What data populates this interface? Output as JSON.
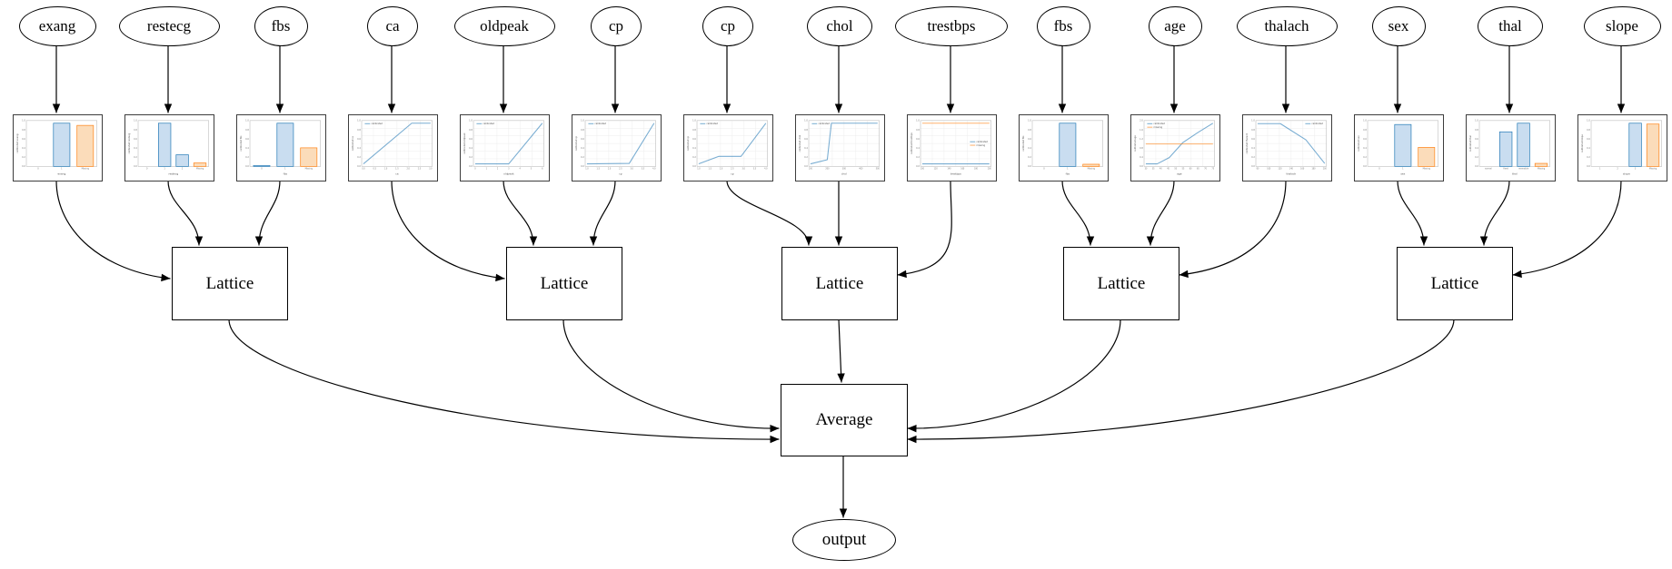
{
  "colors": {
    "edge": "#000000",
    "node_border": "#000000",
    "chart_frame": "#3c3c3c",
    "axis": "#b0b0b0",
    "grid": "#e8e8e8",
    "blue": "#1f77b4",
    "blue_fill": "#c9ddf0",
    "orange": "#ff7f0e",
    "orange_fill": "#fbdcba",
    "background": "#ffffff"
  },
  "diagram": {
    "features": [
      {
        "name": "exang"
      },
      {
        "name": "restecg"
      },
      {
        "name": "fbs"
      },
      {
        "name": "ca"
      },
      {
        "name": "oldpeak"
      },
      {
        "name": "cp"
      },
      {
        "name": "cp"
      },
      {
        "name": "chol"
      },
      {
        "name": "trestbps"
      },
      {
        "name": "fbs"
      },
      {
        "name": "age"
      },
      {
        "name": "thalach"
      },
      {
        "name": "sex"
      },
      {
        "name": "thal"
      },
      {
        "name": "slope"
      }
    ],
    "lattice_nodes": [
      {
        "label": "Lattice",
        "inputs": [
          "exang",
          "restecg",
          "fbs"
        ]
      },
      {
        "label": "Lattice",
        "inputs": [
          "ca",
          "oldpeak",
          "cp"
        ]
      },
      {
        "label": "Lattice",
        "inputs": [
          "cp",
          "chol",
          "trestbps"
        ]
      },
      {
        "label": "Lattice",
        "inputs": [
          "fbs",
          "age",
          "thalach"
        ]
      },
      {
        "label": "Lattice",
        "inputs": [
          "sex",
          "thal",
          "slope"
        ]
      }
    ],
    "average_node": {
      "label": "Average"
    },
    "output_node": {
      "label": "output"
    }
  },
  "chart_data": [
    {
      "type": "bar",
      "xlabel": "exang",
      "ylabel": "calibrated exang",
      "ylim": [
        0,
        1
      ],
      "categories": [
        "0",
        "1",
        "Missing"
      ],
      "values": [
        0,
        1.0,
        0.95
      ],
      "missing_index": 2
    },
    {
      "type": "bar",
      "xlabel": "restecg",
      "ylabel": "calibrated restecg",
      "ylim": [
        0,
        1
      ],
      "categories": [
        "0",
        "1",
        "2",
        "Missing"
      ],
      "values": [
        0,
        1.0,
        0.27,
        0.08
      ],
      "missing_index": 3
    },
    {
      "type": "bar",
      "xlabel": "fbs",
      "ylabel": "calibrated fbs",
      "ylim": [
        0,
        1
      ],
      "categories": [
        "0",
        "1",
        "Missing"
      ],
      "values": [
        0.02,
        1.0,
        0.43
      ],
      "missing_index": 2
    },
    {
      "type": "line",
      "xlabel": "ca",
      "ylabel": "calibrated ca",
      "ylim": [
        0,
        1
      ],
      "xticks": [
        "0.0",
        "0.5",
        "1.0",
        "1.5",
        "2.0",
        "2.5",
        "3.0"
      ],
      "legend_pos": "tl",
      "series": [
        {
          "name": "calibrated",
          "color": "blue",
          "points": [
            [
              0,
              0.02
            ],
            [
              0.72,
              1.0
            ],
            [
              1,
              1.0
            ]
          ]
        }
      ]
    },
    {
      "type": "line",
      "xlabel": "oldpeak",
      "ylabel": "calibrated oldpeak",
      "ylim": [
        0,
        1
      ],
      "xticks": [
        "0",
        "1",
        "2",
        "3",
        "4",
        "5",
        "6"
      ],
      "legend_pos": "tl",
      "series": [
        {
          "name": "calibrated",
          "color": "blue",
          "points": [
            [
              0,
              0.02
            ],
            [
              0.5,
              0.02
            ],
            [
              1,
              1.0
            ]
          ]
        }
      ]
    },
    {
      "type": "line",
      "xlabel": "cp",
      "ylabel": "calibrated cp",
      "ylim": [
        0,
        1
      ],
      "xticks": [
        "1.0",
        "1.5",
        "2.0",
        "2.5",
        "3.0",
        "3.5",
        "4.0"
      ],
      "legend_pos": "tl",
      "series": [
        {
          "name": "calibrated",
          "color": "blue",
          "points": [
            [
              0,
              0.02
            ],
            [
              0.63,
              0.03
            ],
            [
              1,
              1.0
            ]
          ]
        }
      ]
    },
    {
      "type": "line",
      "xlabel": "cp",
      "ylabel": "calibrated cp",
      "ylim": [
        0,
        1
      ],
      "xticks": [
        "1.0",
        "1.5",
        "2.0",
        "2.5",
        "3.0",
        "3.5",
        "4.0"
      ],
      "legend_pos": "tl",
      "series": [
        {
          "name": "calibrated",
          "color": "blue",
          "points": [
            [
              0,
              0.02
            ],
            [
              0.3,
              0.2
            ],
            [
              0.63,
              0.2
            ],
            [
              1,
              1.0
            ]
          ]
        }
      ]
    },
    {
      "type": "line",
      "xlabel": "chol",
      "ylabel": "calibrated chol",
      "ylim": [
        0,
        1
      ],
      "xticks": [
        "100",
        "200",
        "300",
        "400",
        "500"
      ],
      "legend_pos": "tl",
      "series": [
        {
          "name": "calibrated",
          "color": "blue",
          "points": [
            [
              0,
              0.02
            ],
            [
              0.25,
              0.12
            ],
            [
              0.31,
              1.0
            ],
            [
              1,
              1.0
            ]
          ]
        }
      ]
    },
    {
      "type": "line",
      "xlabel": "trestbps",
      "ylabel": "calibrated trestbps",
      "ylim": [
        0,
        1
      ],
      "xticks": [
        "100",
        "120",
        "140",
        "160",
        "180",
        "200"
      ],
      "legend_pos": "mr",
      "series": [
        {
          "name": "calibrated",
          "color": "blue",
          "points": [
            [
              0,
              0.02
            ],
            [
              1,
              0.02
            ]
          ]
        },
        {
          "name": "missing",
          "color": "orange",
          "points": [
            [
              0,
              1.0
            ],
            [
              1,
              1.0
            ]
          ]
        }
      ]
    },
    {
      "type": "bar",
      "xlabel": "fbs",
      "ylabel": "calibrated fbs",
      "ylim": [
        0,
        1
      ],
      "categories": [
        "0",
        "1",
        "Missing"
      ],
      "values": [
        0,
        1.0,
        0.05
      ],
      "missing_index": 2
    },
    {
      "type": "line",
      "xlabel": "age",
      "ylabel": "calibrated age",
      "ylim": [
        0,
        2
      ],
      "xticks": [
        "30",
        "35",
        "40",
        "45",
        "50",
        "55",
        "60",
        "65",
        "70",
        "75"
      ],
      "legend_pos": "tl",
      "series": [
        {
          "name": "calibrated",
          "color": "blue",
          "points": [
            [
              0,
              0.02
            ],
            [
              0.17,
              0.02
            ],
            [
              0.35,
              0.17
            ],
            [
              0.55,
              0.53
            ],
            [
              0.78,
              0.78
            ],
            [
              1,
              1.0
            ]
          ]
        },
        {
          "name": "missing",
          "color": "orange",
          "points": [
            [
              0,
              0.5
            ],
            [
              1,
              0.5
            ]
          ]
        }
      ]
    },
    {
      "type": "line",
      "xlabel": "thalach",
      "ylabel": "calibrated thalach",
      "ylim": [
        0,
        1
      ],
      "xticks": [
        "80",
        "100",
        "120",
        "140",
        "160",
        "180",
        "200"
      ],
      "legend_pos": "tr",
      "series": [
        {
          "name": "calibrated",
          "color": "blue",
          "points": [
            [
              0,
              0.99
            ],
            [
              0.34,
              0.99
            ],
            [
              0.72,
              0.6
            ],
            [
              1,
              0.03
            ]
          ]
        }
      ]
    },
    {
      "type": "bar",
      "xlabel": "sex",
      "ylabel": "calibrated sex",
      "ylim": [
        0,
        1
      ],
      "categories": [
        "0",
        "1",
        "Missing"
      ],
      "values": [
        0,
        0.97,
        0.44
      ],
      "missing_index": 2
    },
    {
      "type": "bar",
      "xlabel": "thal",
      "ylabel": "calibrated thal",
      "ylim": [
        0,
        1
      ],
      "categories": [
        "normal",
        "fixed",
        "reversible",
        "Missing"
      ],
      "values": [
        0,
        0.8,
        1.0,
        0.07
      ],
      "missing_index": 3
    },
    {
      "type": "bar",
      "xlabel": "slope",
      "ylabel": "calibrated slope",
      "ylim": [
        0,
        1
      ],
      "categories": [
        "1",
        "2",
        "3",
        "Missing"
      ],
      "values": [
        0,
        0,
        1.0,
        0.98
      ],
      "missing_index": 3
    }
  ]
}
